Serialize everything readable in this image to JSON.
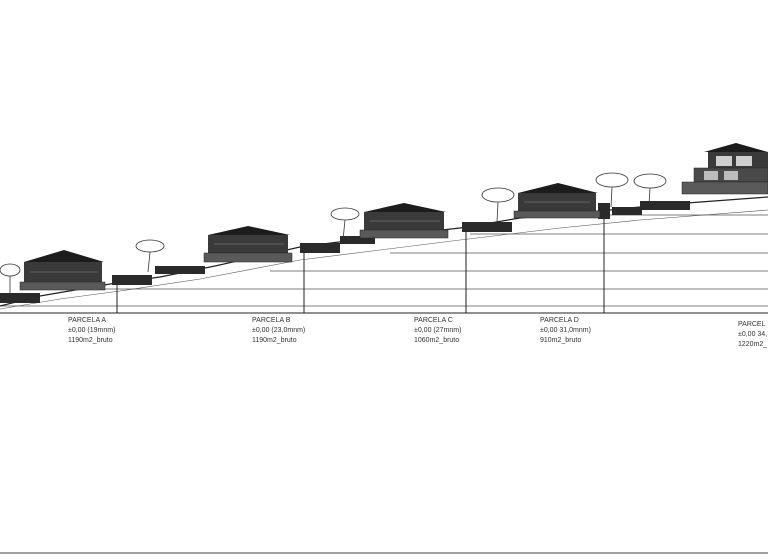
{
  "colors": {
    "line": "#222222",
    "fill": "#3a3a3a",
    "roof": "#1c1c1c",
    "text": "#333333"
  },
  "parcels": [
    {
      "name": "PARCELA A",
      "level": "±0,00 (19mnm)",
      "area": "1190m2_bruto"
    },
    {
      "name": "PARCELA B",
      "level": "±0,00 (23,0mnm)",
      "area": "1190m2_bruto"
    },
    {
      "name": "PARCELA C",
      "level": "±0,00 (27mnm)",
      "area": "1060m2_bruto"
    },
    {
      "name": "PARCELA D",
      "level": "±0,00 31,0mnm)",
      "area": "910m2_bruto"
    },
    {
      "name": "PARCEL",
      "level": "±0,00 34,",
      "area": "1220m2_"
    }
  ]
}
